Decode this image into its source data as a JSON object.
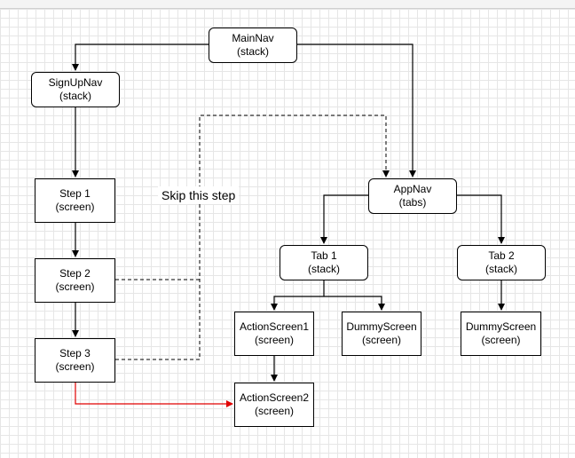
{
  "nodes": {
    "mainnav": {
      "title": "MainNav",
      "sub": "(stack)"
    },
    "signupnav": {
      "title": "SignUpNav",
      "sub": "(stack)"
    },
    "step1": {
      "title": "Step 1",
      "sub": "(screen)"
    },
    "step2": {
      "title": "Step 2",
      "sub": "(screen)"
    },
    "step3": {
      "title": "Step 3",
      "sub": "(screen)"
    },
    "appnav": {
      "title": "AppNav",
      "sub": "(tabs)"
    },
    "tab1": {
      "title": "Tab 1",
      "sub": "(stack)"
    },
    "tab2": {
      "title": "Tab 2",
      "sub": "(stack)"
    },
    "actionscreen1": {
      "title": "ActionScreen1",
      "sub": "(screen)"
    },
    "dummyscreen1": {
      "title": "DummyScreen",
      "sub": "(screen)"
    },
    "dummyscreen2": {
      "title": "DummyScreen",
      "sub": "(screen)"
    },
    "actionscreen2": {
      "title": "ActionScreen2",
      "sub": "(screen)"
    }
  },
  "skip_label": "Skip this step",
  "colors": {
    "edge": "#000000",
    "highlight_edge": "#e00000",
    "grid": "#e6e6e6"
  }
}
